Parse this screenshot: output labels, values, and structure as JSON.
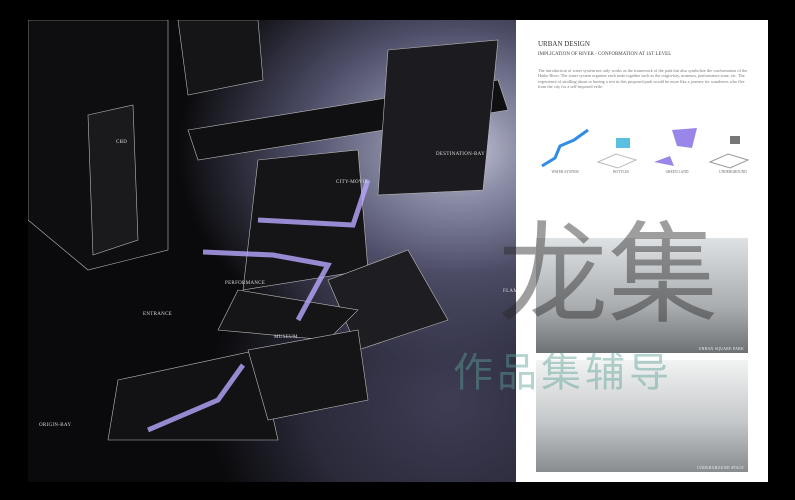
{
  "plan": {
    "labels": {
      "cbd": "CBD",
      "destination": "DESTINATION-BAY",
      "city": "CITY-MOVIE",
      "performance": "PERFORMANCE",
      "flame": "FLAME",
      "entrance": "ENTRANCE",
      "museum": "MUSEUM",
      "origin": "ORIGIN-BAY"
    }
  },
  "panel": {
    "title": "URBAN DESIGN",
    "subtitle": "IMPLICATION OF RIVER - CONFORMATION AT 1ST LEVEL",
    "body": "The introduction of water system not only works as the framework of the park but also symbolize the conformation of the Haihe River. The water system organize each node together such as the origin-bay, museum, performance zone, etc. The experience of strolling about or having a rest in this proposed park would be more like a journey for wanderers who flee from the city for a self-imposed exile.",
    "diagrams": [
      {
        "label": "WATER SYSTEM",
        "color": "#2f8ce8"
      },
      {
        "label": "BOTTLES",
        "color": "#5bc0e0"
      },
      {
        "label": "GREEN LAND",
        "color": "#9a86e8"
      },
      {
        "label": "UNDERGROUND",
        "color": "#777777"
      }
    ],
    "photos": [
      {
        "caption": "URBAN SQUARE PARK"
      },
      {
        "caption": "UNDERGROUND SPACE"
      }
    ]
  },
  "watermark": {
    "text": "作品集辅导",
    "mark": "龙集"
  }
}
